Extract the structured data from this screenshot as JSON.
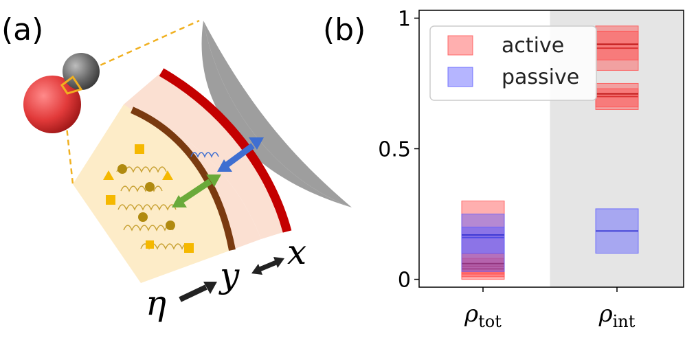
{
  "panel_a": {
    "label": "(a)",
    "symbols": [
      "η",
      "y",
      "x"
    ]
  },
  "panel_b": {
    "label": "(b)"
  },
  "colors": {
    "active": "#ff4d4d",
    "passive": "#5a5aff",
    "shade": "#e5e5e5",
    "outer_membrane": "#c40000",
    "inner_membrane": "#7a3a10",
    "cytoplasm": "#fdecc8",
    "periplasm": "#fbe0d2",
    "surface": "#9e9e9e",
    "blue_arrow": "#3f6fd1",
    "green_arrow": "#6aaa3a",
    "particle_orange": "#f5b800",
    "particle_olive": "#b08a10"
  },
  "chart_data": {
    "type": "box-strip",
    "categories": [
      "ρ_tot",
      "ρ_int"
    ],
    "tick_labels": {
      "x": [
        {
          "main": "ρ",
          "sub": "tot"
        },
        {
          "main": "ρ",
          "sub": "int"
        }
      ],
      "y": [
        "0",
        "0.5",
        "1"
      ]
    },
    "y_ticks": [
      0,
      0.5,
      1
    ],
    "ylim": [
      -0.03,
      1.03
    ],
    "shaded_category": "ρ_int",
    "legend": {
      "position": "top-left",
      "entries": [
        "active",
        "passive"
      ]
    },
    "series": [
      {
        "name": "active",
        "color": "#ff4d4d",
        "values": [
          {
            "category": "ρ_tot",
            "low": 0.0,
            "high": 0.3,
            "median": 0.05
          },
          {
            "category": "ρ_tot",
            "low": 0.01,
            "high": 0.1,
            "median": 0.04
          },
          {
            "category": "ρ_tot",
            "low": 0.02,
            "high": 0.08,
            "median": 0.06
          },
          {
            "category": "ρ_int",
            "low": 0.8,
            "high": 0.97,
            "median": 0.885
          },
          {
            "category": "ρ_int",
            "low": 0.84,
            "high": 0.95,
            "median": 0.9
          },
          {
            "category": "ρ_int",
            "low": 0.65,
            "high": 0.75,
            "median": 0.7
          },
          {
            "category": "ρ_int",
            "low": 0.66,
            "high": 0.73,
            "median": 0.71
          }
        ]
      },
      {
        "name": "passive",
        "color": "#5a5aff",
        "values": [
          {
            "category": "ρ_tot",
            "low": 0.03,
            "high": 0.25,
            "median": 0.16
          },
          {
            "category": "ρ_tot",
            "low": 0.1,
            "high": 0.2,
            "median": 0.17
          },
          {
            "category": "ρ_int",
            "low": 0.1,
            "high": 0.27,
            "median": 0.185
          }
        ]
      }
    ]
  }
}
